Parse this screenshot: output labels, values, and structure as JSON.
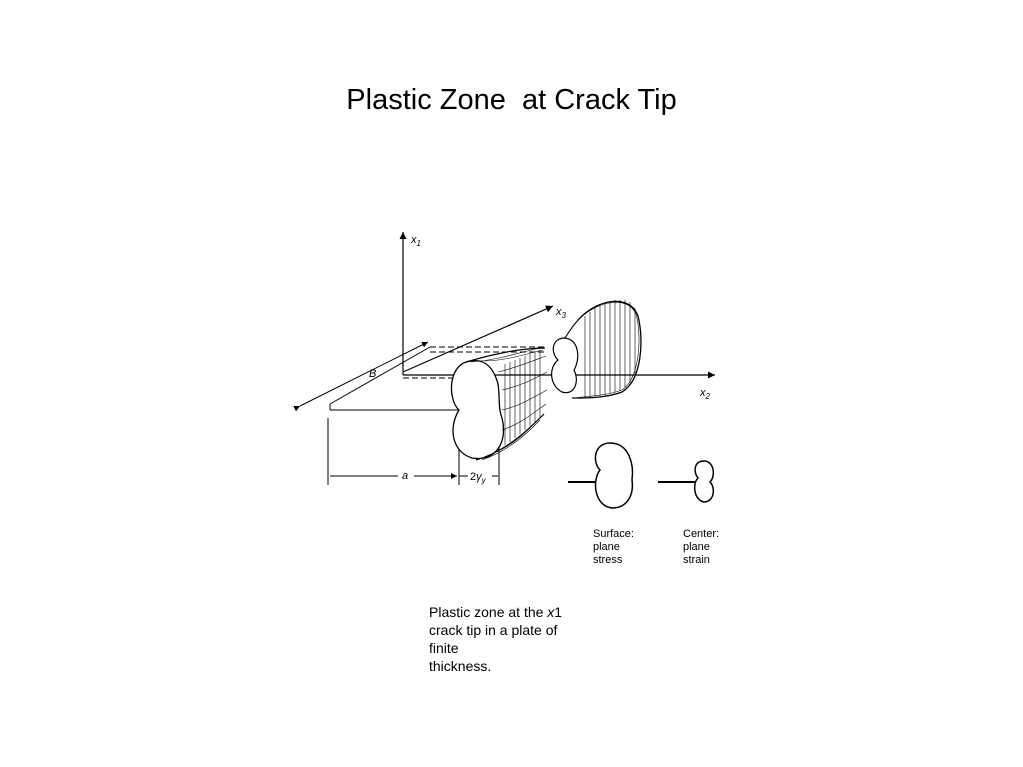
{
  "slide": {
    "title": "Plastic Zone  at Crack Tip"
  },
  "figure": {
    "axis_x1": {
      "var": "x",
      "sub": "1"
    },
    "axis_x2": {
      "var": "x",
      "sub": "2"
    },
    "axis_x3": {
      "var": "x",
      "sub": "3"
    },
    "label_B": "B",
    "label_a": "a",
    "label_2ry": {
      "prefix": "2",
      "greek": "γ",
      "sub": "y"
    },
    "surface_label": [
      "Surface:",
      "plane",
      "stress"
    ],
    "center_label": [
      "Center:",
      "plane",
      "strain"
    ]
  },
  "caption": {
    "line1_prefix": "Plastic zone at the ",
    "line1_var": "x",
    "line1_suffix": "1",
    "line2": "crack tip in a plate of",
    "line3": "finite",
    "line4": "thickness."
  }
}
